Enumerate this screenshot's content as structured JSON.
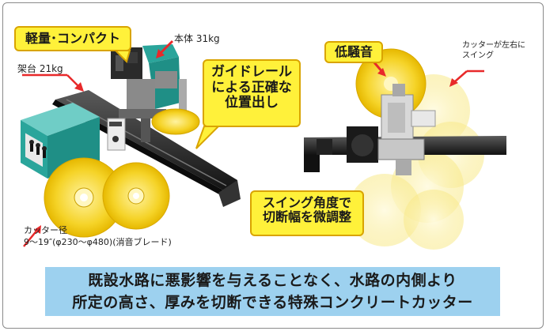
{
  "callouts": {
    "compact": "軽量･コンパクト",
    "low_noise": "低騒音",
    "guide_line1": "ガイドレール",
    "guide_line2": "による正確な",
    "guide_line3": "位置出し",
    "swing_line1": "スイング角度で",
    "swing_line2": "切断幅を微調整"
  },
  "labels": {
    "body_weight": "本体 31kg",
    "frame_weight": "架台 21kg",
    "cutter_swing_line1": "カッターが左右に",
    "cutter_swing_line2": "スイング",
    "cutter_diameter_line1": "カッター径",
    "cutter_diameter_line2": "9～19″(φ230～φ480)(消音ブレード)"
  },
  "banner": {
    "line1": "既設水路に悪影響を与えることなく、水路の内側より",
    "line2": "所定の高さ、厚みを切断できる特殊コンクリートカッター"
  },
  "colors": {
    "callout_fill": "#fff13a",
    "callout_border": "#d9a400",
    "banner_fill": "#9dd1ef",
    "arrow_red": "#e8292a",
    "blade_yellow": "#f5d327",
    "machine_teal": "#2aa59b"
  }
}
